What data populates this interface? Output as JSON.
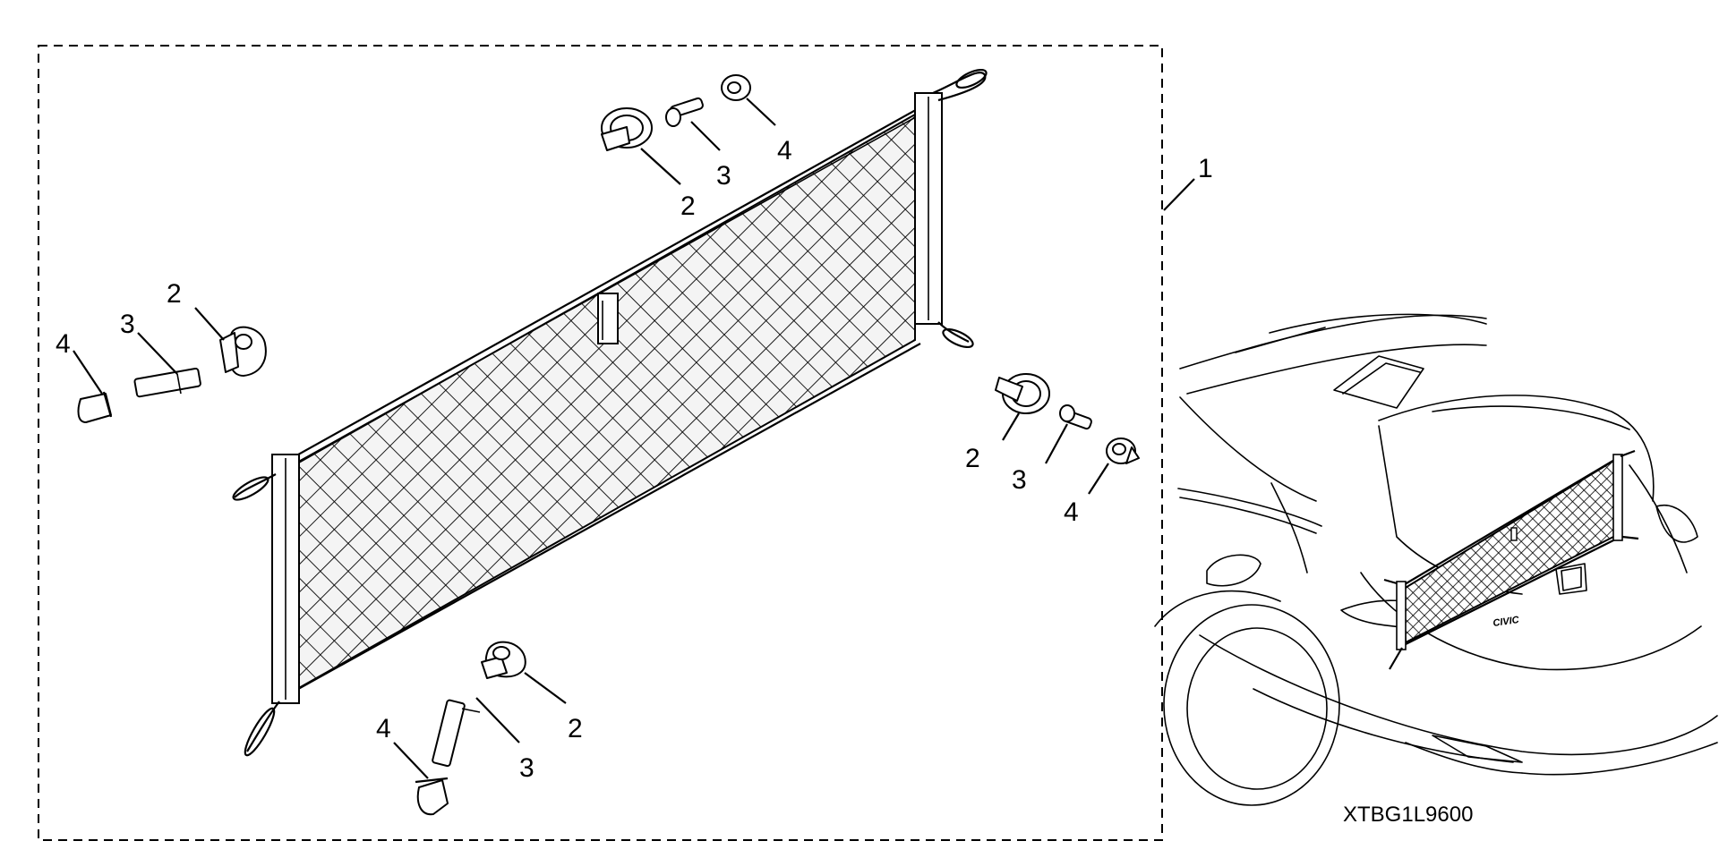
{
  "diagram": {
    "drawing_code": "XTBG1L9600",
    "callouts": {
      "kit": "1",
      "upper_right_2": "2",
      "upper_right_3": "3",
      "upper_right_4": "4",
      "left_2": "2",
      "left_3": "3",
      "left_4": "4",
      "right_2": "2",
      "right_3": "3",
      "right_4": "4",
      "lower_2": "2",
      "lower_3": "3",
      "lower_4": "4"
    },
    "car_badge": "CIVIC"
  }
}
